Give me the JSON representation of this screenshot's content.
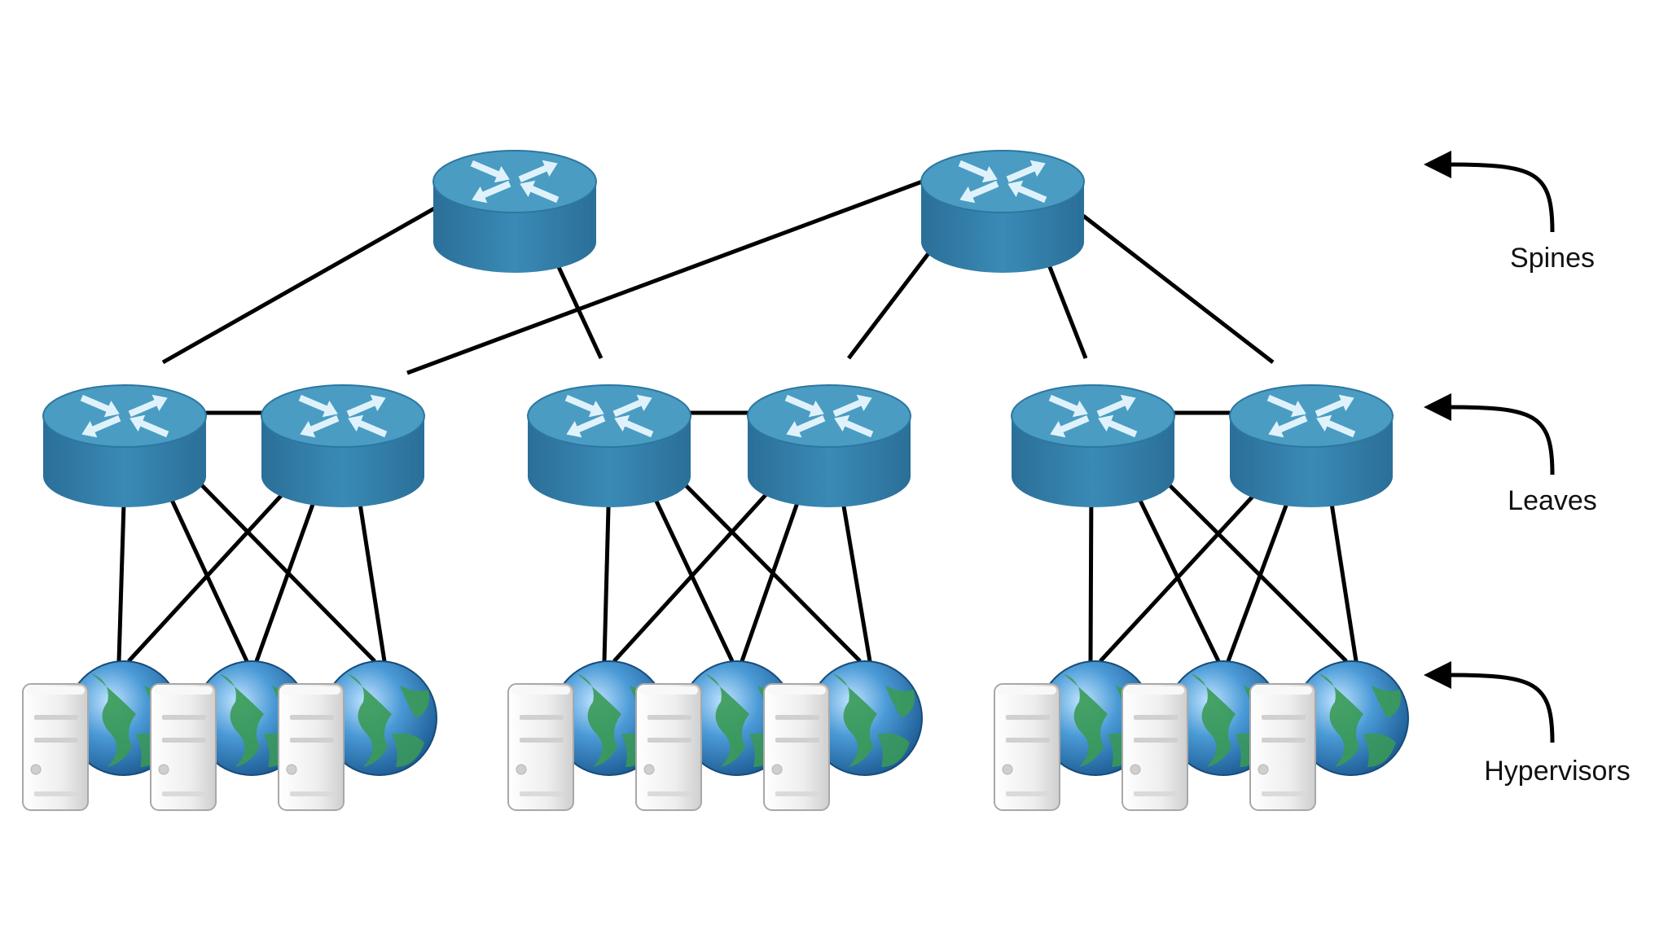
{
  "labels": {
    "spines": "Spines",
    "leaves": "Leaves",
    "hypervisors": "Hypervisors"
  },
  "icons": {
    "spine": "router-icon",
    "leaf": "router-icon",
    "hypervisor": "server-icon",
    "vm": "globe-icon",
    "tier_pointer": "curved-arrow-left-icon"
  },
  "colors": {
    "router_top": "#4a9cc2",
    "router_side": "#2e7aa6",
    "link": "#000000",
    "globe_water": "#4a9ad6",
    "globe_land": "#3a9a55",
    "server": "#eeeeee",
    "background": "#ffffff"
  },
  "topology": {
    "spines": [
      "spine-1",
      "spine-2"
    ],
    "leaves": [
      "leaf-1",
      "leaf-2",
      "leaf-3",
      "leaf-4",
      "leaf-5",
      "leaf-6"
    ],
    "hypervisors": [
      "hv-1",
      "hv-2",
      "hv-3",
      "hv-4",
      "hv-5",
      "hv-6",
      "hv-7",
      "hv-8",
      "hv-9"
    ],
    "spine_leaf_links": [
      [
        "spine-1",
        "leaf-1"
      ],
      [
        "spine-1",
        "leaf-3"
      ],
      [
        "spine-2",
        "leaf-2"
      ],
      [
        "spine-2",
        "leaf-4"
      ],
      [
        "spine-2",
        "leaf-5"
      ],
      [
        "spine-2",
        "leaf-6"
      ]
    ],
    "leaf_peer_links": [
      [
        "leaf-1",
        "leaf-2"
      ],
      [
        "leaf-3",
        "leaf-4"
      ],
      [
        "leaf-5",
        "leaf-6"
      ]
    ],
    "leaf_hypervisor_links": [
      [
        "leaf-1",
        "hv-1"
      ],
      [
        "leaf-1",
        "hv-2"
      ],
      [
        "leaf-1",
        "hv-3"
      ],
      [
        "leaf-2",
        "hv-1"
      ],
      [
        "leaf-2",
        "hv-2"
      ],
      [
        "leaf-2",
        "hv-3"
      ],
      [
        "leaf-3",
        "hv-4"
      ],
      [
        "leaf-3",
        "hv-5"
      ],
      [
        "leaf-3",
        "hv-6"
      ],
      [
        "leaf-4",
        "hv-4"
      ],
      [
        "leaf-4",
        "hv-5"
      ],
      [
        "leaf-4",
        "hv-6"
      ],
      [
        "leaf-5",
        "hv-7"
      ],
      [
        "leaf-5",
        "hv-8"
      ],
      [
        "leaf-5",
        "hv-9"
      ],
      [
        "leaf-6",
        "hv-7"
      ],
      [
        "leaf-6",
        "hv-8"
      ],
      [
        "leaf-6",
        "hv-9"
      ]
    ]
  }
}
